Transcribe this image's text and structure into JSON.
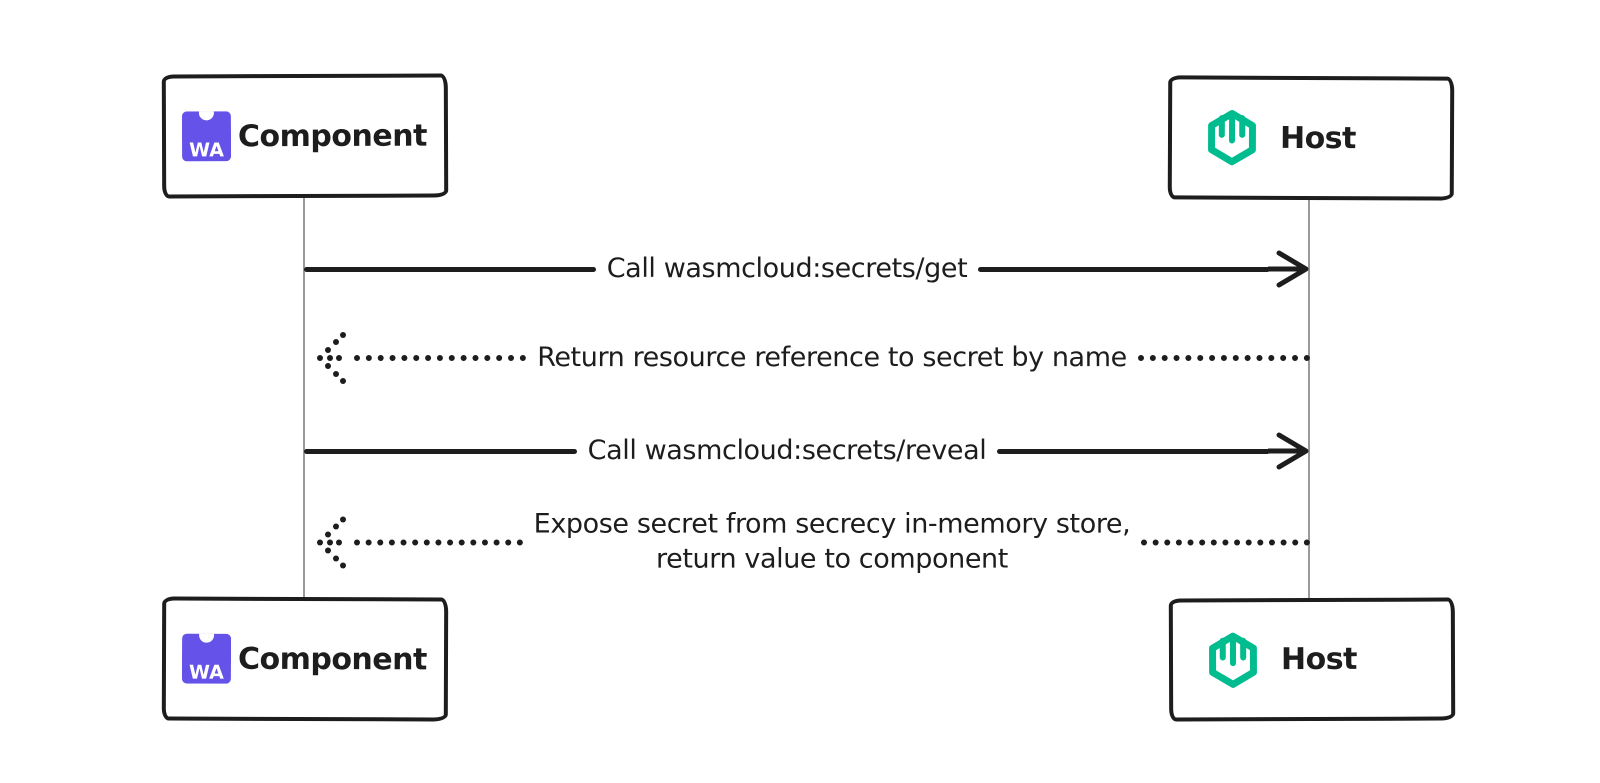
{
  "diagram": {
    "type": "sequence-diagram",
    "colors": {
      "ink": "#1d1d1d",
      "lifeline": "#9a9a9a",
      "wa_purple": "#6553e9",
      "host_green": "#00bc8e",
      "bg": "#ffffff"
    },
    "actors": {
      "component_top": {
        "label": "Component",
        "icon": "wasm-component-icon"
      },
      "host_top": {
        "label": "Host",
        "icon": "wasmcloud-host-icon"
      },
      "component_bottom": {
        "label": "Component",
        "icon": "wasm-component-icon"
      },
      "host_bottom": {
        "label": "Host",
        "icon": "wasmcloud-host-icon"
      }
    },
    "icons": {
      "wa_label": "WA"
    },
    "messages": [
      {
        "from": "Component",
        "to": "Host",
        "style": "solid",
        "label": "Call wasmcloud:secrets/get"
      },
      {
        "from": "Host",
        "to": "Component",
        "style": "dotted",
        "label": "Return resource reference to secret by name"
      },
      {
        "from": "Component",
        "to": "Host",
        "style": "solid",
        "label": "Call wasmcloud:secrets/reveal"
      },
      {
        "from": "Host",
        "to": "Component",
        "style": "dotted",
        "label": "Expose secret from secrecy in-memory store,",
        "label_line2": "return value to component"
      }
    ]
  }
}
